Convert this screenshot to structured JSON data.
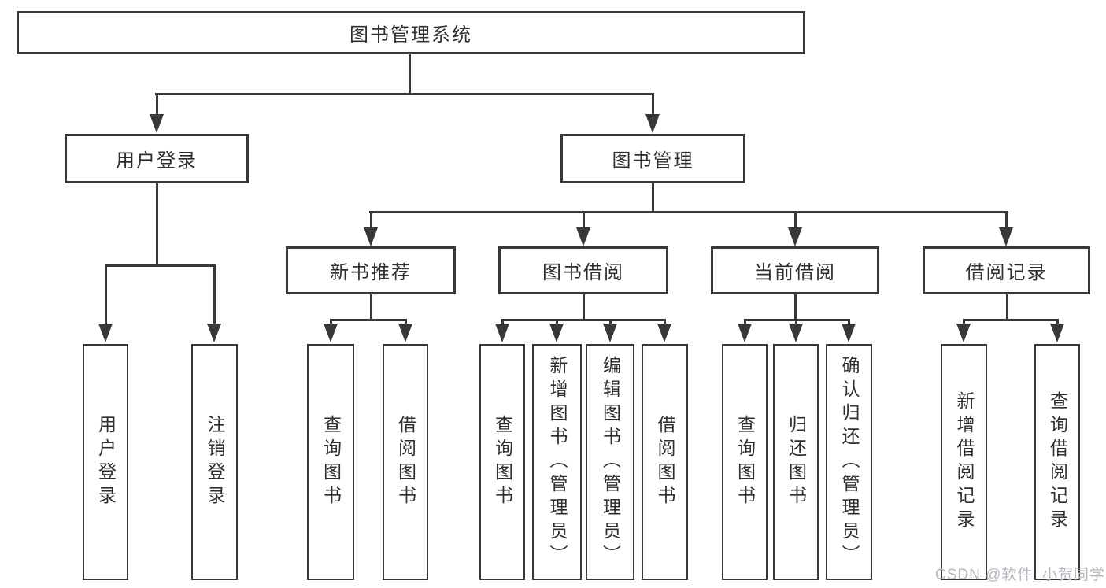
{
  "colors": {
    "line": "#383838",
    "text": "#2f2f2f",
    "watermark_color": "#b4b9bf",
    "background": "#ffffff"
  },
  "watermark": {
    "text": "CSDN @软件_小贺同学"
  },
  "tree": {
    "root": {
      "label": "图书管理系统"
    },
    "branches": [
      {
        "label": "用户登录",
        "children": [
          {
            "label": "用户登录"
          },
          {
            "label": "注销登录"
          }
        ]
      },
      {
        "label": "图书管理",
        "children": [
          {
            "label": "新书推荐",
            "children": [
              {
                "label": "查询图书"
              },
              {
                "label": "借阅图书"
              }
            ]
          },
          {
            "label": "图书借阅",
            "children": [
              {
                "label": "查询图书"
              },
              {
                "label": "新增图书（管理员）"
              },
              {
                "label": "编辑图书（管理员）"
              },
              {
                "label": "借阅图书"
              }
            ]
          },
          {
            "label": "当前借阅",
            "children": [
              {
                "label": "查询图书"
              },
              {
                "label": "归还图书"
              },
              {
                "label": "确认归还（管理员）"
              }
            ]
          },
          {
            "label": "借阅记录",
            "children": [
              {
                "label": "新增借阅记录"
              },
              {
                "label": "查询借阅记录"
              }
            ]
          }
        ]
      }
    ]
  }
}
